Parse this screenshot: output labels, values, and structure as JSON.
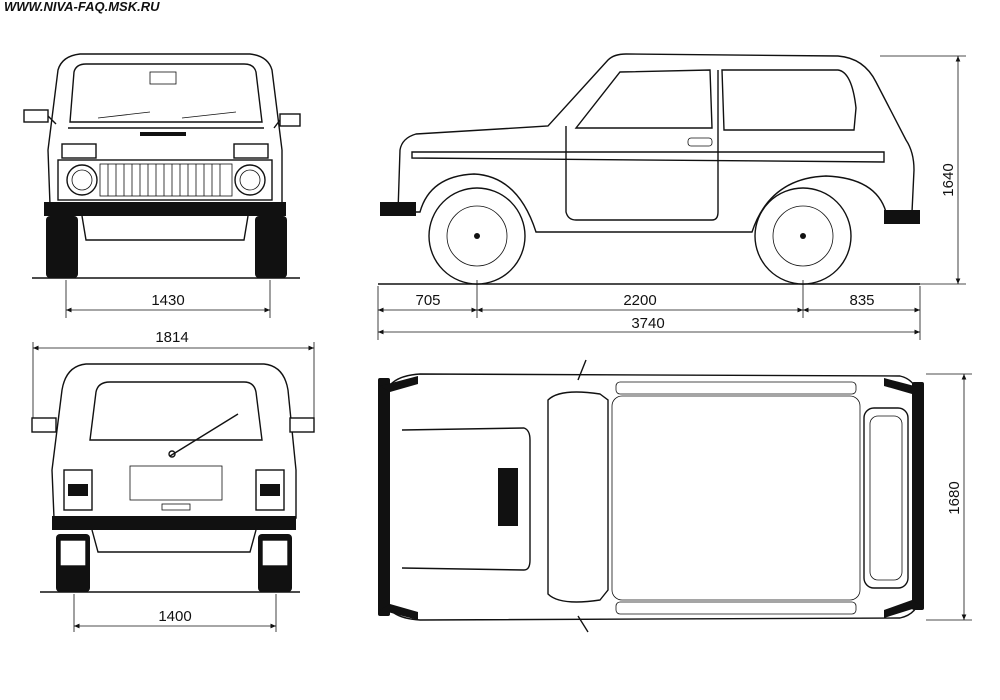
{
  "watermark": "WWW.NIVA-FAQ.MSK.RU",
  "dimensions": {
    "front_track": "1430",
    "overall_width": "1814",
    "rear_track": "1400",
    "front_overhang": "705",
    "wheelbase": "2200",
    "rear_overhang": "835",
    "overall_length": "3740",
    "height": "1640",
    "top_width": "1680"
  },
  "colors": {
    "ink": "#111111",
    "paper": "#ffffff"
  }
}
